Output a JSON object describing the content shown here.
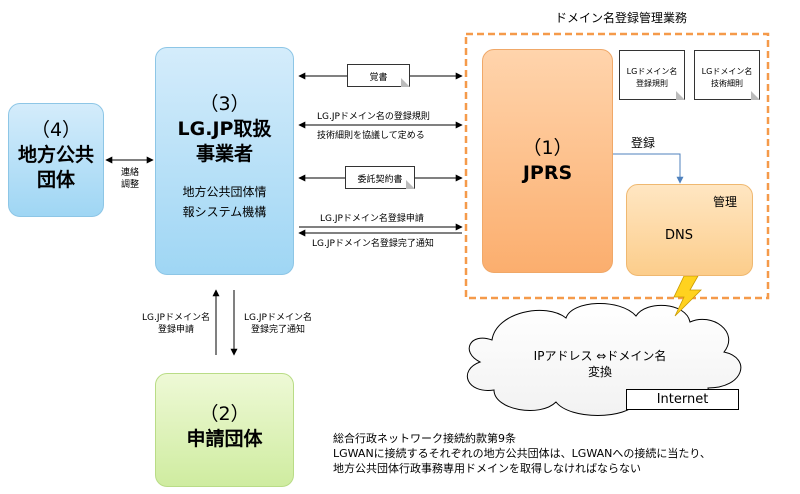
{
  "header": {
    "domain_label": "ドメイン名登録管理業務"
  },
  "nodes": {
    "local_gov": {
      "number": "（4）",
      "line1": "地方公共",
      "line2": "団体"
    },
    "lgjp": {
      "number": "（3）",
      "line1": "LG.JP取扱",
      "line2": "事業者",
      "sub1": "地方公共団体情",
      "sub2": "報システム機構"
    },
    "jprs": {
      "number": "（1）",
      "name": "JPRS"
    },
    "applicant": {
      "number": "（2）",
      "name": "申請団体"
    },
    "dns": {
      "label": "DNS",
      "manage_label": "管理"
    }
  },
  "docs": {
    "rules": {
      "line1": "LGドメイン名",
      "line2": "登録規則"
    },
    "tech": {
      "line1": "LGドメイン名",
      "line2": "技術細則"
    }
  },
  "edges": {
    "contact": {
      "line1": "連絡",
      "line2": "調整"
    },
    "memo": "覚書",
    "rules_discussion": {
      "line1": "LG.JPドメイン名の登録規則",
      "line2": "技術細則を協議して定める"
    },
    "contract": "委託契約書",
    "reg_request": "LG.JPドメイン名登録申請",
    "reg_complete": "LG.JPドメイン名登録完了通知",
    "register": "登録",
    "app_request": {
      "line1": "LG.JPドメイン名",
      "line2": "登録申請"
    },
    "app_complete": {
      "line1": "LG.JPドメイン名",
      "line2": "登録完了通知"
    }
  },
  "cloud": {
    "line1": "IPアドレス ⇔ドメイン名",
    "line2": "変換",
    "internet_label": "Internet"
  },
  "article": {
    "title": "総合行政ネットワーク接続約款第9条",
    "line1": "LGWANに接続するそれぞれの地方公共団体は、LGWANへの接続に当たり、",
    "line2": "地方公共団体行政事務専用ドメインを取得しなければならない"
  },
  "colors": {
    "dashed_border": "#f59a4a",
    "register_arrow": "#4f81bd",
    "lightning": "#ffd21f"
  }
}
